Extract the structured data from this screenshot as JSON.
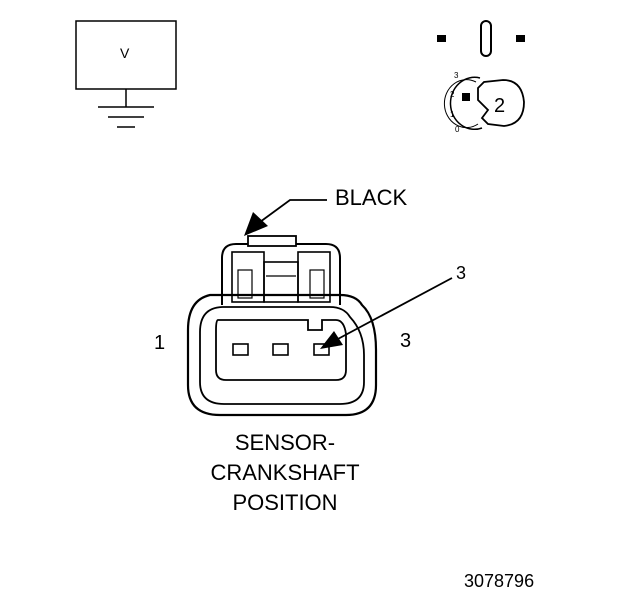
{
  "meter": {
    "symbol": "V"
  },
  "key_switch": {
    "positions": [
      "3",
      "2",
      "1",
      "0"
    ],
    "selected": "2"
  },
  "connector": {
    "color_label": "BLACK",
    "callout_number": "3",
    "left_pin_number": "1",
    "right_pin_number": "3",
    "caption_lines": [
      "SENSOR-",
      "CRANKSHAFT",
      "POSITION"
    ]
  },
  "figure_id": "3078796",
  "colors": {
    "ink": "#000000",
    "background": "#ffffff"
  }
}
